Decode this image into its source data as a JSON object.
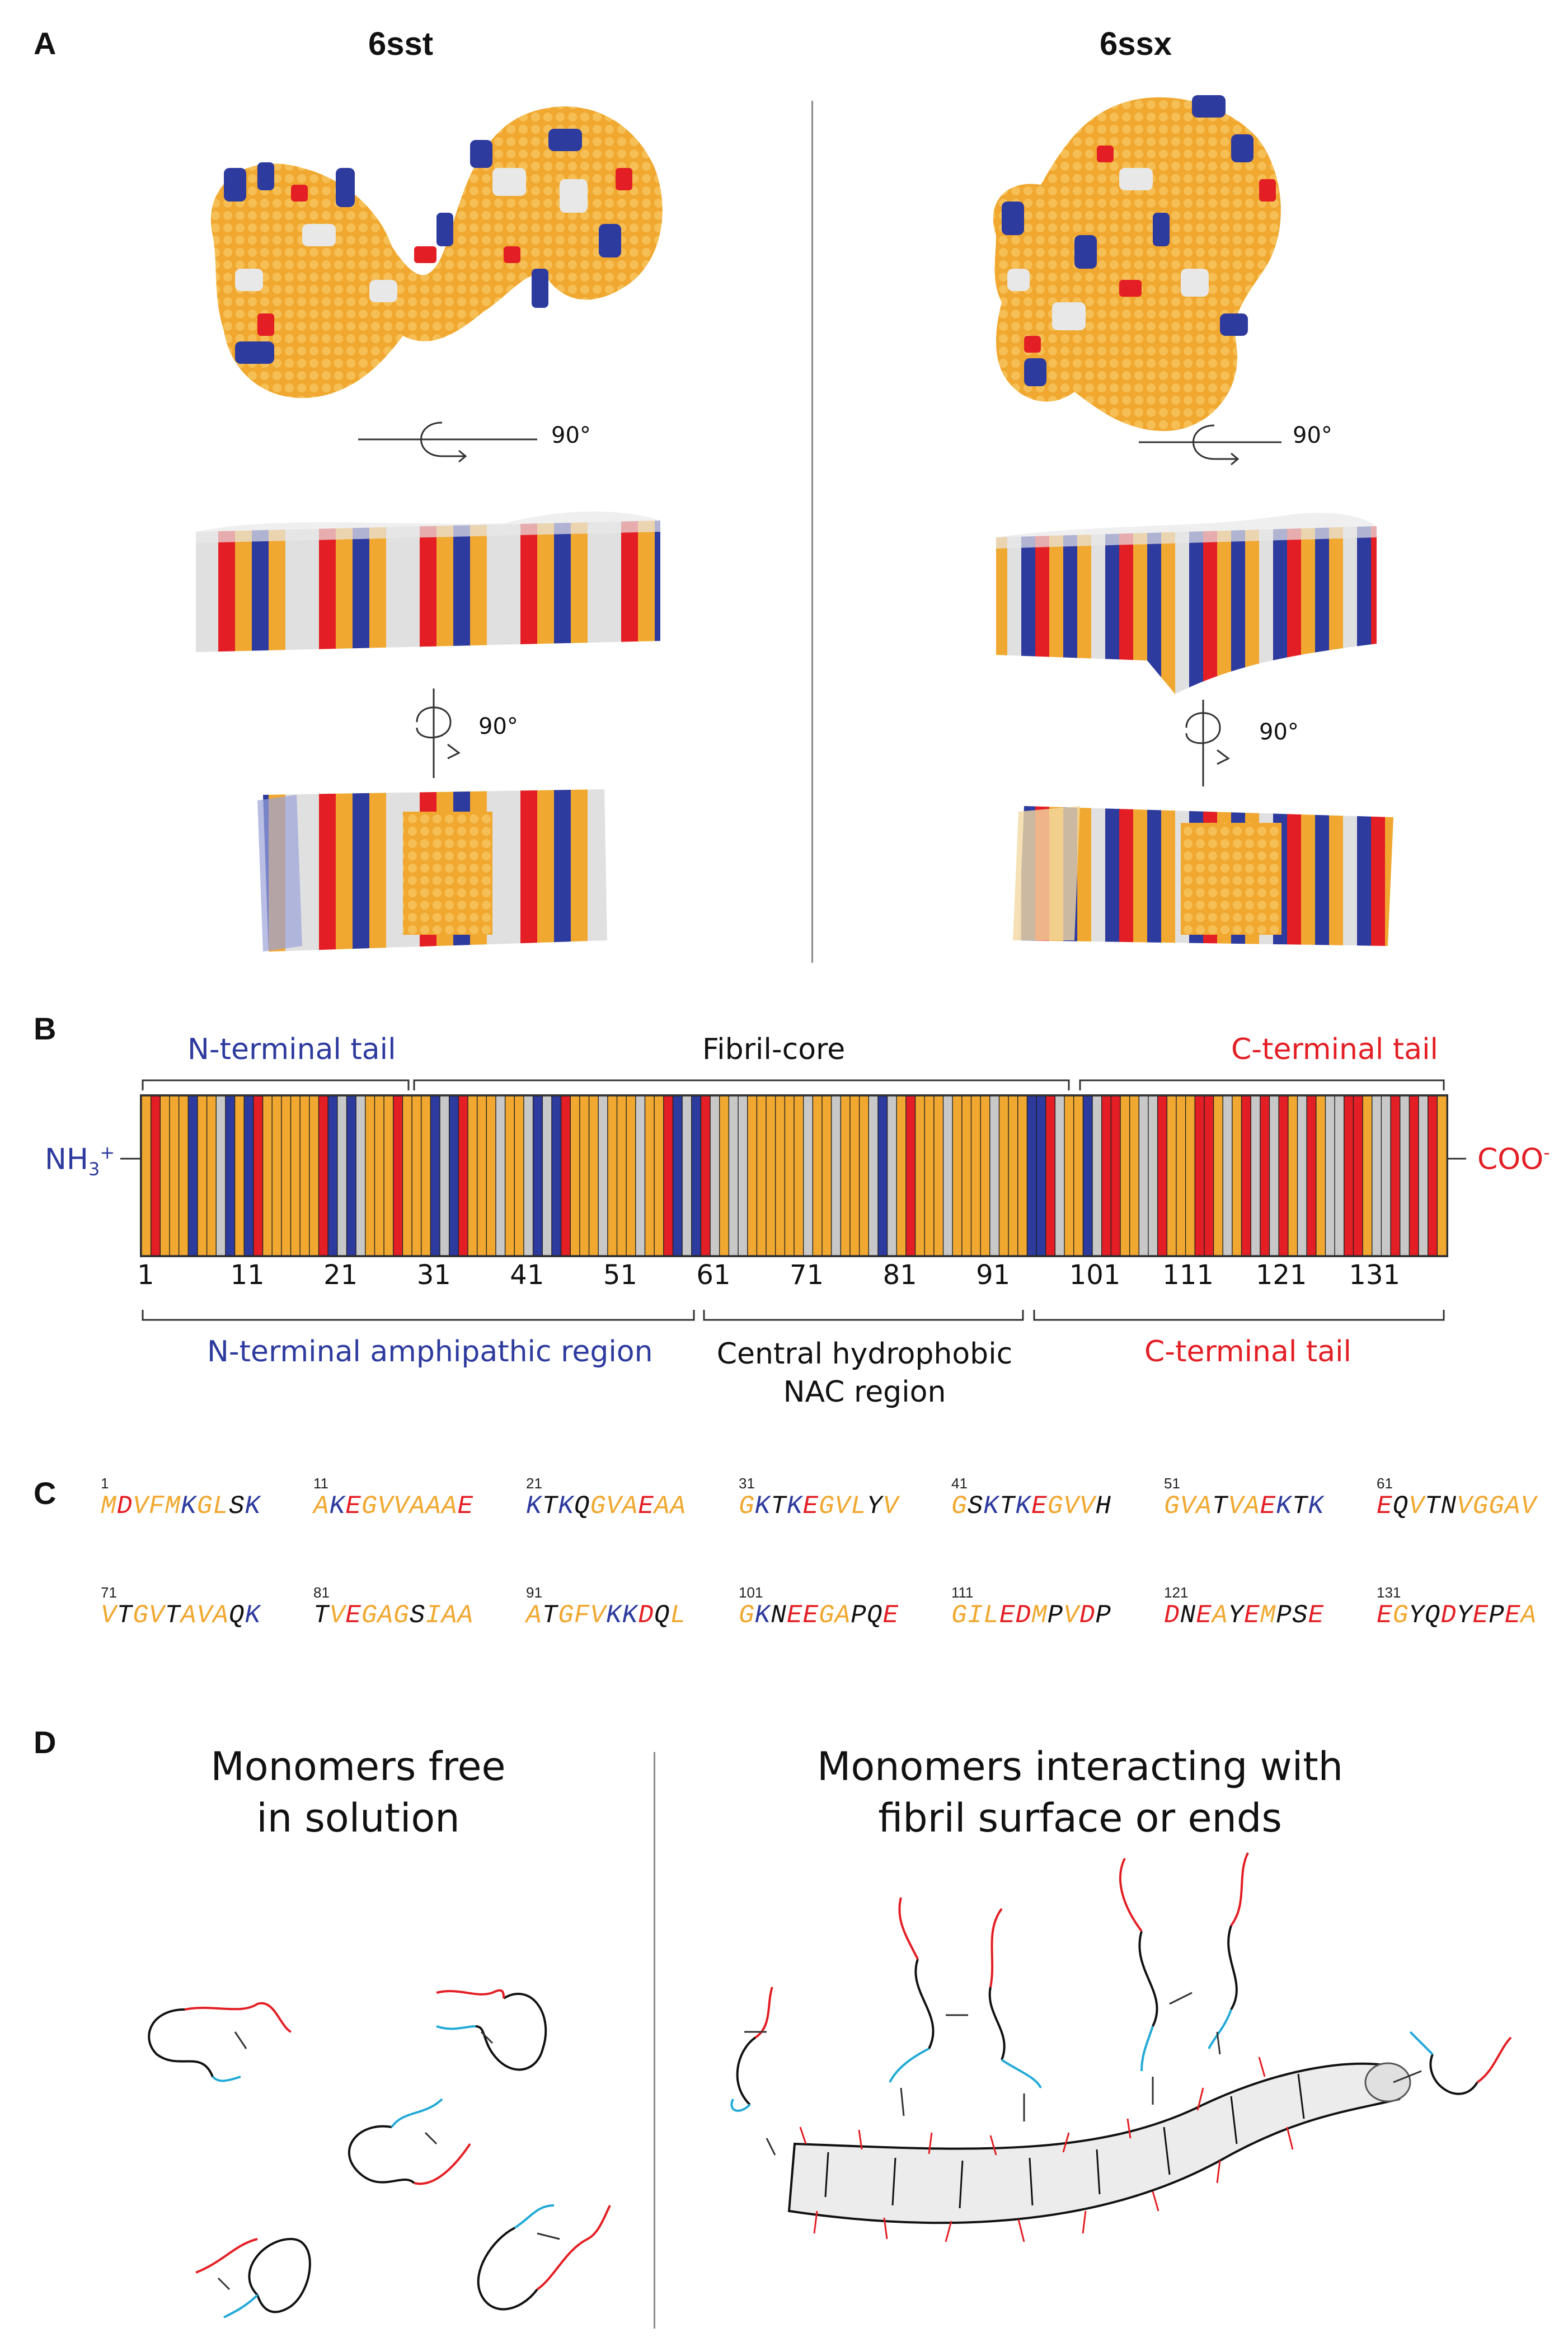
{
  "colors": {
    "positive": "#2d3a9e",
    "negative": "#e31e24",
    "hydrophobic": "#f0a830",
    "neutral": "#c8c8c8",
    "black": "#111111"
  },
  "panel_a": {
    "letter": "A",
    "left_title": "6sst",
    "right_title": "6ssx",
    "rotation_1": "90°",
    "rotation_2": "90°"
  },
  "panel_b": {
    "letter": "B",
    "nh3_label": "NH",
    "nh3_sub": "3",
    "nh3_sup": "+",
    "coo_label": "COO",
    "coo_sup": "-",
    "top_regions": [
      {
        "label": "N-terminal tail",
        "color": "#2d3a9e"
      },
      {
        "label": "Fibril-core",
        "color": "#111111"
      },
      {
        "label": "C-terminal tail",
        "color": "#e31e24"
      }
    ],
    "bottom_regions": [
      {
        "label": "N-terminal amphipathic region",
        "color": "#2d3a9e"
      },
      {
        "label": "Central hydrophobic",
        "label2": "NAC region",
        "color": "#111111"
      },
      {
        "label": "C-terminal tail",
        "color": "#e31e24"
      }
    ],
    "ticks": [
      "1",
      "11",
      "21",
      "31",
      "41",
      "51",
      "61",
      "71",
      "81",
      "91",
      "101",
      "111",
      "121",
      "131"
    ]
  },
  "panel_c": {
    "letter": "C",
    "blocks": [
      {
        "num": "1",
        "seq": "MDVFMKGLSK"
      },
      {
        "num": "11",
        "seq": "AKEGVVAAAE"
      },
      {
        "num": "21",
        "seq": "KTKQGVAEAA"
      },
      {
        "num": "31",
        "seq": "GKTKEGVLYV"
      },
      {
        "num": "41",
        "seq": "GSKTKEGVVH"
      },
      {
        "num": "51",
        "seq": "GVATVAEKTK"
      },
      {
        "num": "61",
        "seq": "EQVTNVGGAV"
      },
      {
        "num": "71",
        "seq": "VTGVTAVAQK"
      },
      {
        "num": "81",
        "seq": "TVEGAGSIAA"
      },
      {
        "num": "91",
        "seq": "ATGFVKKDQL"
      },
      {
        "num": "101",
        "seq": "GKNEEGAPQE"
      },
      {
        "num": "111",
        "seq": "GILEDMPVDP"
      },
      {
        "num": "121",
        "seq": "DNEAYEMPSE"
      },
      {
        "num": "131",
        "seq": "EGYQDYEPEA"
      }
    ]
  },
  "panel_d": {
    "letter": "D",
    "left_title_1": "Monomers free",
    "left_title_2": "in solution",
    "right_title_1": "Monomers interacting with",
    "right_title_2": "fibril surface or ends"
  }
}
